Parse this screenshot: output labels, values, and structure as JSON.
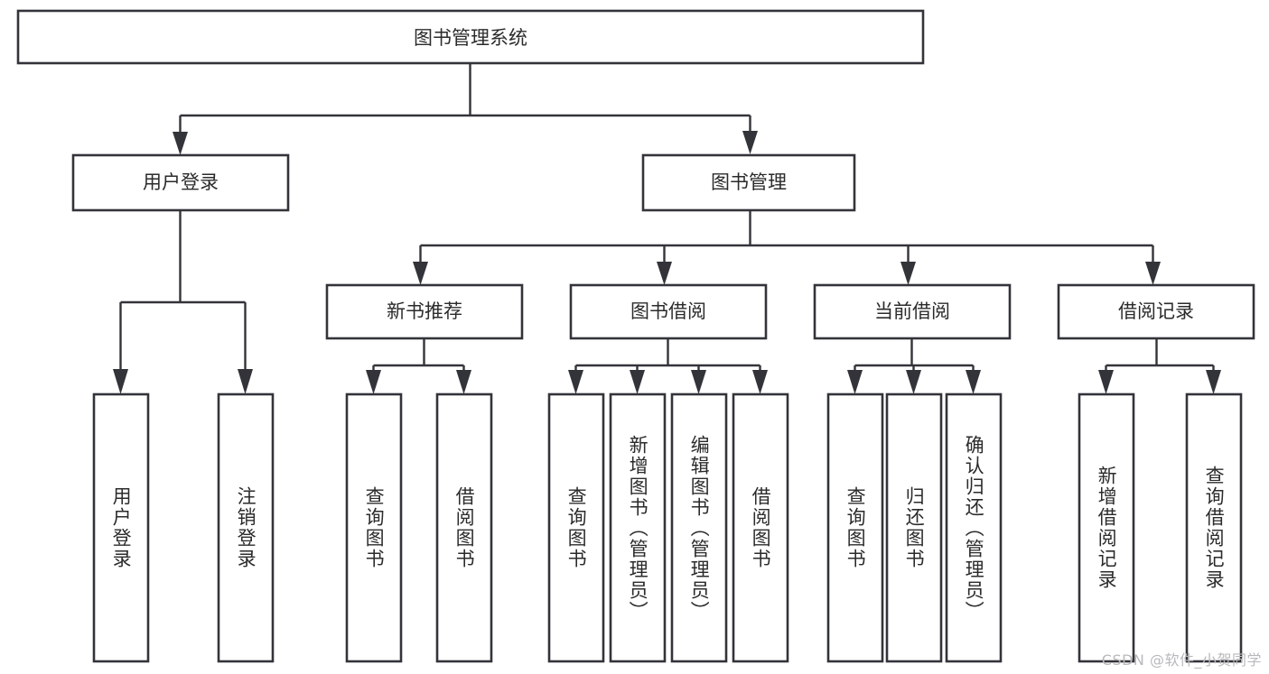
{
  "diagram": {
    "title": "图书管理系统",
    "type": "tree-hierarchy",
    "root": {
      "id": "root",
      "label": "图书管理系统",
      "orientation": "horizontal"
    },
    "level2": [
      {
        "id": "user-login",
        "label": "用户登录",
        "orientation": "horizontal"
      },
      {
        "id": "book-manage",
        "label": "图书管理",
        "orientation": "horizontal"
      }
    ],
    "level3": [
      {
        "id": "new-book-recommend",
        "label": "新书推荐",
        "orientation": "horizontal",
        "parent": "book-manage"
      },
      {
        "id": "book-borrow",
        "label": "图书借阅",
        "orientation": "horizontal",
        "parent": "book-manage"
      },
      {
        "id": "current-borrow",
        "label": "当前借阅",
        "orientation": "horizontal",
        "parent": "book-manage"
      },
      {
        "id": "borrow-record",
        "label": "借阅记录",
        "orientation": "horizontal",
        "parent": "book-manage"
      }
    ],
    "leaves": [
      {
        "id": "leaf-user-login",
        "label": "用户登录",
        "orientation": "vertical",
        "parent": "user-login"
      },
      {
        "id": "leaf-user-logout",
        "label": "注销登录",
        "orientation": "vertical",
        "parent": "user-login"
      },
      {
        "id": "leaf-query-book-1",
        "label": "查询图书",
        "orientation": "vertical",
        "parent": "new-book-recommend"
      },
      {
        "id": "leaf-borrow-book-1",
        "label": "借阅图书",
        "orientation": "vertical",
        "parent": "new-book-recommend"
      },
      {
        "id": "leaf-query-book-2",
        "label": "查询图书",
        "orientation": "vertical",
        "parent": "book-borrow"
      },
      {
        "id": "leaf-add-book",
        "label": "新增图书（管理员）",
        "orientation": "vertical",
        "parent": "book-borrow"
      },
      {
        "id": "leaf-edit-book",
        "label": "编辑图书（管理员）",
        "orientation": "vertical",
        "parent": "book-borrow"
      },
      {
        "id": "leaf-borrow-book-2",
        "label": "借阅图书",
        "orientation": "vertical",
        "parent": "book-borrow"
      },
      {
        "id": "leaf-query-book-3",
        "label": "查询图书",
        "orientation": "vertical",
        "parent": "current-borrow"
      },
      {
        "id": "leaf-return-book",
        "label": "归还图书",
        "orientation": "vertical",
        "parent": "current-borrow"
      },
      {
        "id": "leaf-confirm-return",
        "label": "确认归还（管理员）",
        "orientation": "vertical",
        "parent": "current-borrow"
      },
      {
        "id": "leaf-add-record",
        "label": "新增借阅记录",
        "orientation": "vertical",
        "parent": "borrow-record"
      },
      {
        "id": "leaf-query-record",
        "label": "查询借阅记录",
        "orientation": "vertical",
        "parent": "borrow-record"
      }
    ]
  },
  "watermark": {
    "text": "CSDN @软件_小贺同学"
  },
  "colors": {
    "stroke": "#33343a",
    "text": "#2b2b2b",
    "background": "#ffffff",
    "watermark": "#b9b9bd"
  }
}
